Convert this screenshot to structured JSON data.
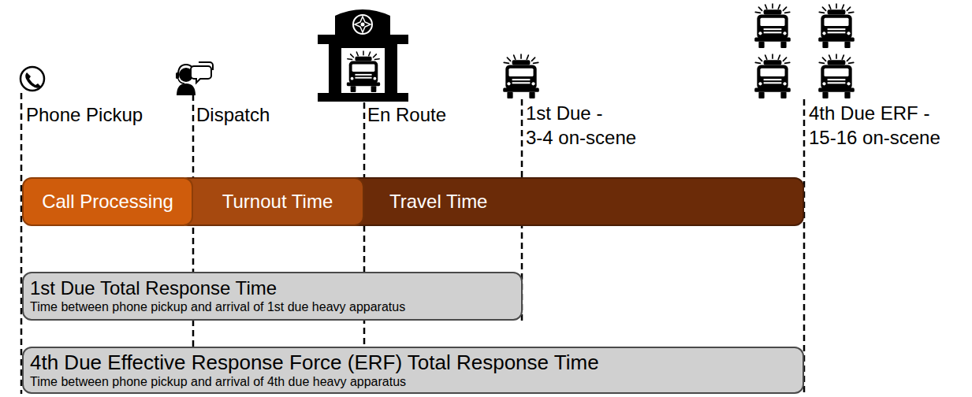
{
  "diagram": {
    "nodes": [
      {
        "text": [
          "Call Processing"
        ]
      },
      {
        "text": [
          "Turnout Time"
        ]
      },
      {
        "text": [
          "Travel Time"
        ]
      },
      {
        "text": [
          "1st Due Total Response Time",
          "Time between phone pickup and arrival of 1st due heavy apparatus"
        ]
      },
      {
        "text": [
          "4th Due Effective Response Force (ERF) Total Response Time",
          "Time between phone pickup and arrival of 4th due heavy apparatus"
        ]
      }
    ],
    "labels": [
      "Phone Pickup",
      "Dispatch",
      "En Route",
      "1st Due - 3-4 on-scene",
      "4th Due ERF - 15-16 on-scene"
    ]
  }
}
